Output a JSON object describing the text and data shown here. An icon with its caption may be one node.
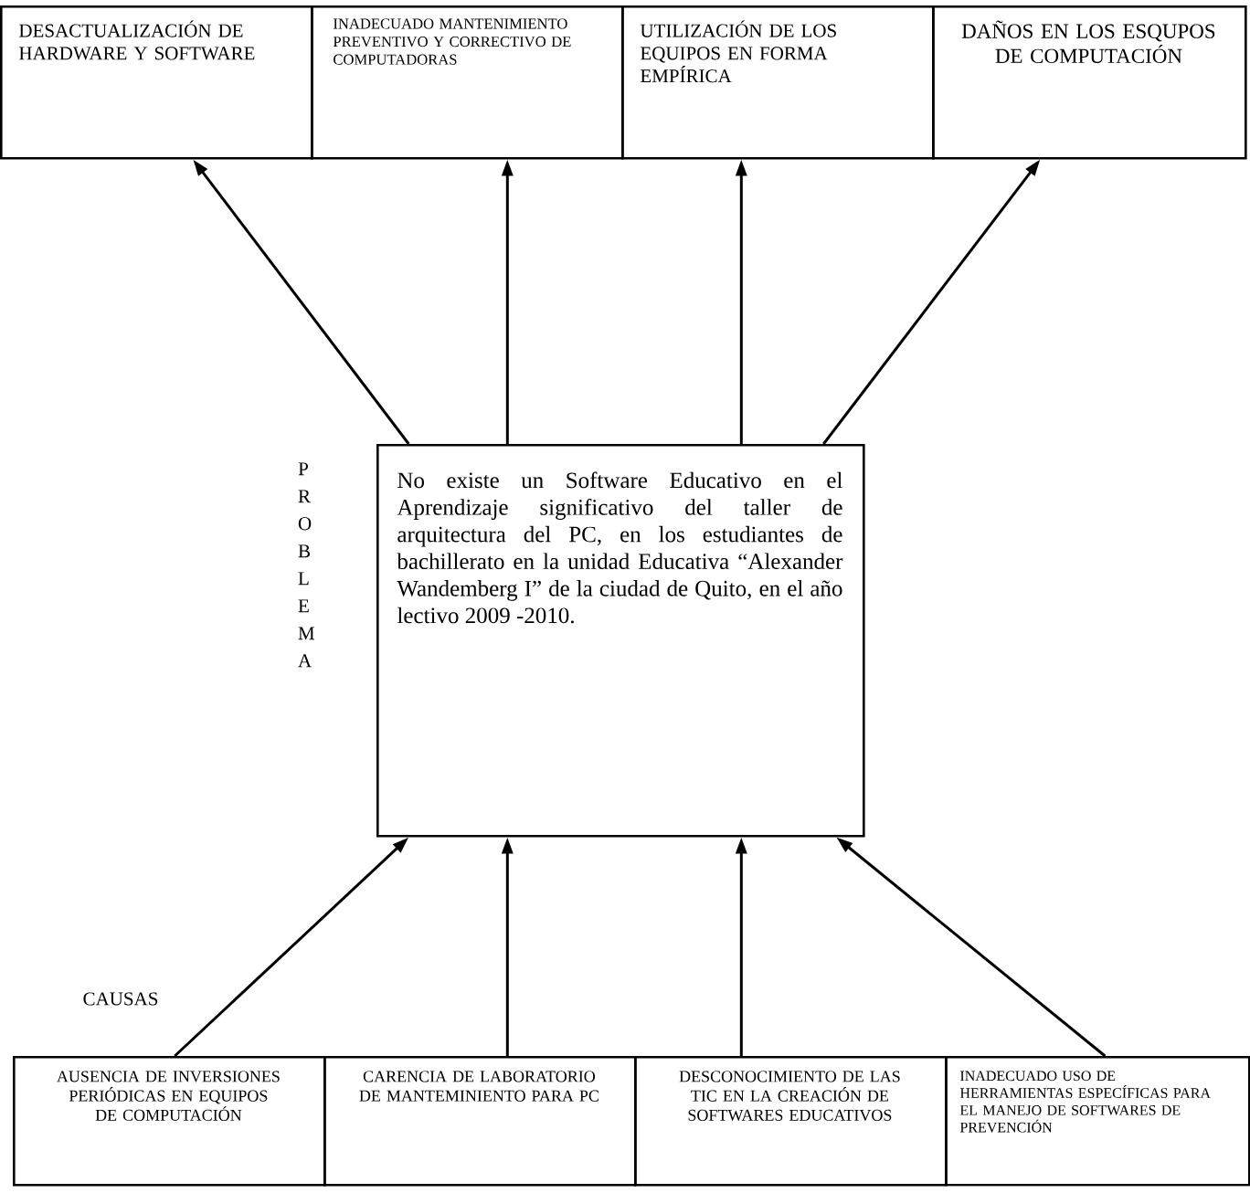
{
  "diagram": {
    "nodes": [
      {
        "text": [
          "DESACTUALIZACIÓN DE HARDWARE Y SOFTWARE"
        ]
      },
      {
        "text": [
          "INADECUADO MANTENIMIENTO PREVENTIVO Y CORRECTIVO DE COMPUTADORAS"
        ]
      },
      {
        "text": [
          "UTILIZACIÓN DE LOS EQUIPOS EN FORMA EMPÍRICA"
        ]
      },
      {
        "text": [
          "DAÑOS EN LOS ESQUPOS DE COMPUTACIÓN"
        ]
      },
      {
        "text": [
          "No existe un Software Educativo en el Aprendizaje significativo del taller de arquitectura del PC, en los estudiantes de bachillerato en la unidad Educativa “Alexander Wandemberg I” de la ciudad de Quito, en el año lectivo 2009 -2010."
        ]
      },
      {
        "text": [
          "AUSENCIA DE INVERSIONES PERIÓDICAS EN EQUIPOS DE COMPUTACIÓN"
        ]
      },
      {
        "text": [
          "CARENCIA DE LABORATORIO DE MANTEMINIENTO PARA PC"
        ]
      },
      {
        "text": [
          "DESCONOCIMIENTO DE LAS TIC EN LA CREACIÓN DE SOFTWARES EDUCATIVOS"
        ]
      },
      {
        "text": [
          "INADECUADO USO DE HERRAMIENTAS ESPECÍFICAS PARA EL MANEJO DE SOFTWARES DE PREVENCIÓN"
        ]
      }
    ],
    "edges": [
      {
        "from": 4,
        "to": 0,
        "arrow": "to"
      },
      {
        "from": 4,
        "to": 1,
        "arrow": "to"
      },
      {
        "from": 4,
        "to": 2,
        "arrow": "to"
      },
      {
        "from": 4,
        "to": 3,
        "arrow": "to"
      },
      {
        "from": 5,
        "to": 4,
        "arrow": "to"
      },
      {
        "from": 6,
        "to": 4,
        "arrow": "to"
      },
      {
        "from": 7,
        "to": 4,
        "arrow": "to"
      },
      {
        "from": 8,
        "to": 4,
        "arrow": "to"
      }
    ],
    "labels": [
      "P R O B L E M A",
      "CAUSAS"
    ]
  }
}
